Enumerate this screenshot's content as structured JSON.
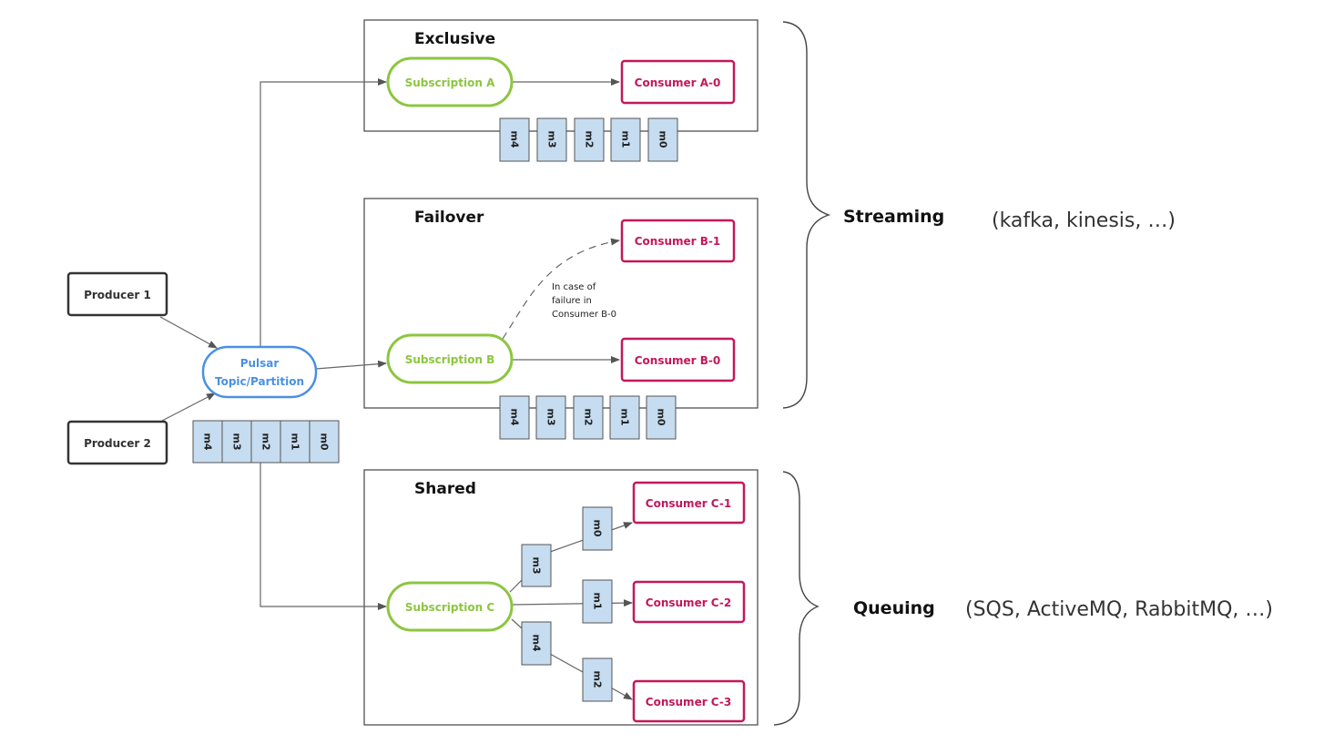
{
  "producers": [
    "Producer 1",
    "Producer 2"
  ],
  "topic": {
    "line1": "Pulsar",
    "line2": "Topic/Partition"
  },
  "topic_messages": [
    "m4",
    "m3",
    "m2",
    "m1",
    "m0"
  ],
  "exclusive": {
    "title": "Exclusive",
    "subscription": "Subscription A",
    "consumer": "Consumer A-0",
    "messages": [
      "m4",
      "m3",
      "m2",
      "m1",
      "m0"
    ]
  },
  "failover": {
    "title": "Failover",
    "subscription": "Subscription B",
    "consumer_primary": "Consumer B-0",
    "consumer_backup": "Consumer B-1",
    "note": [
      "In case of",
      "failure in",
      "Consumer B-0"
    ],
    "messages": [
      "m4",
      "m3",
      "m2",
      "m1",
      "m0"
    ]
  },
  "shared": {
    "title": "Shared",
    "subscription": "Subscription C",
    "consumers": [
      "Consumer C-1",
      "Consumer C-2",
      "Consumer C-3"
    ],
    "messages": [
      "m3",
      "m0",
      "m1",
      "m4",
      "m2"
    ]
  },
  "streaming": {
    "label": "Streaming",
    "examples": "(kafka, kinesis, …)"
  },
  "queuing": {
    "label": "Queuing",
    "examples": "(SQS, ActiveMQ, RabbitMQ, …)"
  },
  "colors": {
    "subscription": "#8cc63f",
    "consumer": "#c2185b",
    "topic": "#4a90e2",
    "message_fill": "#c6dcf0",
    "producer": "#333333"
  }
}
